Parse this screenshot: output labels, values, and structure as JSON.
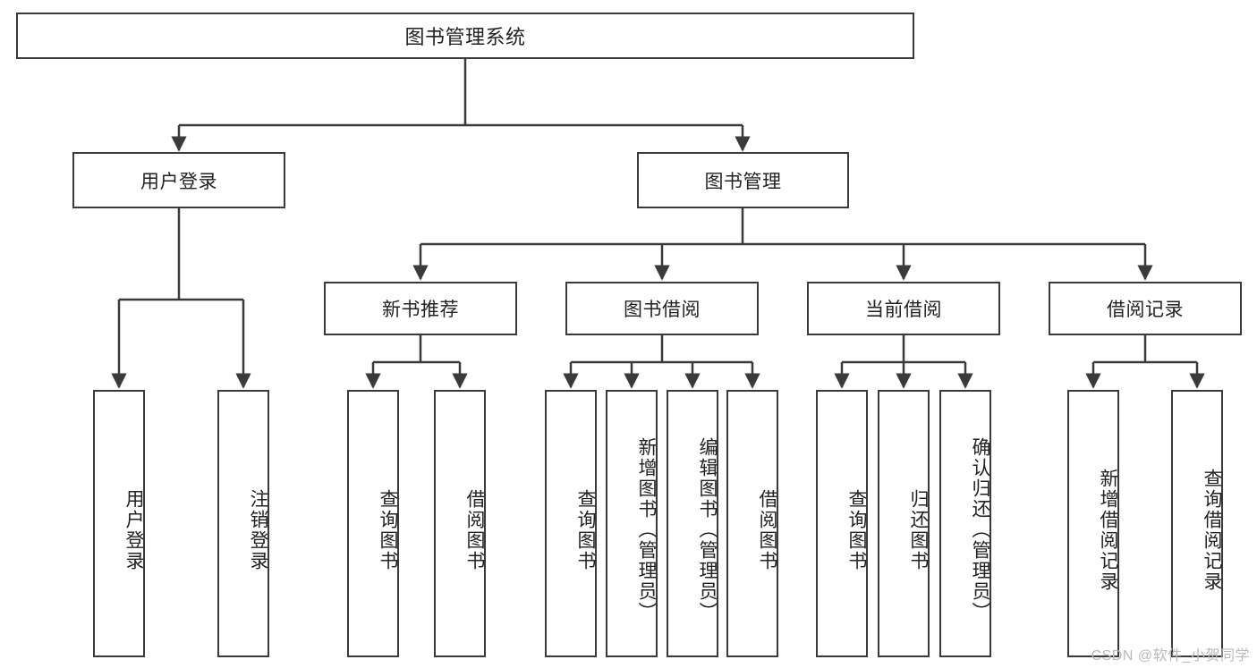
{
  "diagram": {
    "title": "图书管理系统",
    "type": "tree-diagram",
    "watermark": "CSDN @软件_小贺同学",
    "colors": {
      "stroke": "#3a3a3a",
      "background": "#ffffff",
      "text": "#222222",
      "watermark": "#b9b9b9"
    },
    "levels": {
      "root": {
        "label": "图书管理系统"
      },
      "level2": [
        {
          "label": "用户登录"
        },
        {
          "label": "图书管理"
        }
      ],
      "level3": [
        {
          "label": "新书推荐"
        },
        {
          "label": "图书借阅"
        },
        {
          "label": "当前借阅"
        },
        {
          "label": "借阅记录"
        }
      ],
      "leaves": {
        "user_login": [
          {
            "label": "用户登录"
          },
          {
            "label": "注销登录"
          }
        ],
        "new_book_recommend": [
          {
            "label": "查询图书"
          },
          {
            "label": "借阅图书"
          }
        ],
        "book_borrow": [
          {
            "label": "查询图书"
          },
          {
            "label": "新增图书（管理员）"
          },
          {
            "label": "编辑图书（管理员）"
          },
          {
            "label": "借阅图书"
          }
        ],
        "current_borrow": [
          {
            "label": "查询图书"
          },
          {
            "label": "归还图书"
          },
          {
            "label": "确认归还（管理员）"
          }
        ],
        "borrow_record": [
          {
            "label": "新增借阅记录"
          },
          {
            "label": "查询借阅记录"
          }
        ]
      }
    }
  }
}
